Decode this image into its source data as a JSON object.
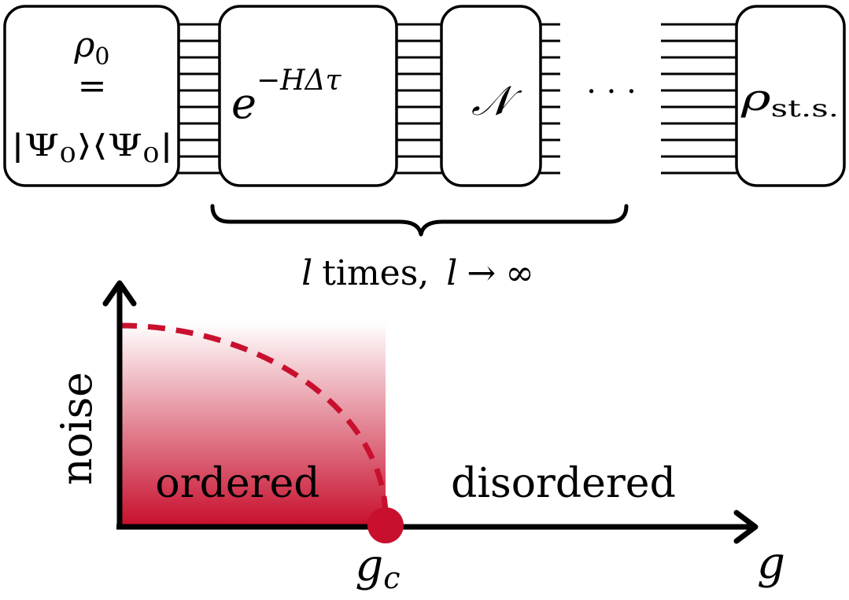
{
  "boxes": {
    "rho0": {
      "line1": "ρ",
      "line1_sub": "0",
      "line2": "=",
      "line3_a": "|Ψ",
      "line3_a_sub": "0",
      "line3_b": "⟩⟨Ψ",
      "line3_b_sub": "0",
      "line3_c": "|"
    },
    "evolution": {
      "base": "e",
      "exponent": "−HΔτ"
    },
    "noise_channel": {
      "label": "𝒩"
    },
    "steady_state": {
      "base": "ρ",
      "sub": "st.s."
    }
  },
  "ellipsis": "· · ·",
  "repeat_label": {
    "l1": "l",
    "times": "times,",
    "l2": "l",
    "arrow": "→",
    "infinity": "∞"
  },
  "phase_diagram": {
    "y_axis_label": "noise",
    "x_axis_label": "g",
    "critical_point": {
      "base": "g",
      "sub": "c"
    },
    "ordered_label": "ordered",
    "disordered_label": "disordered",
    "accent_color": "#c8102e"
  }
}
